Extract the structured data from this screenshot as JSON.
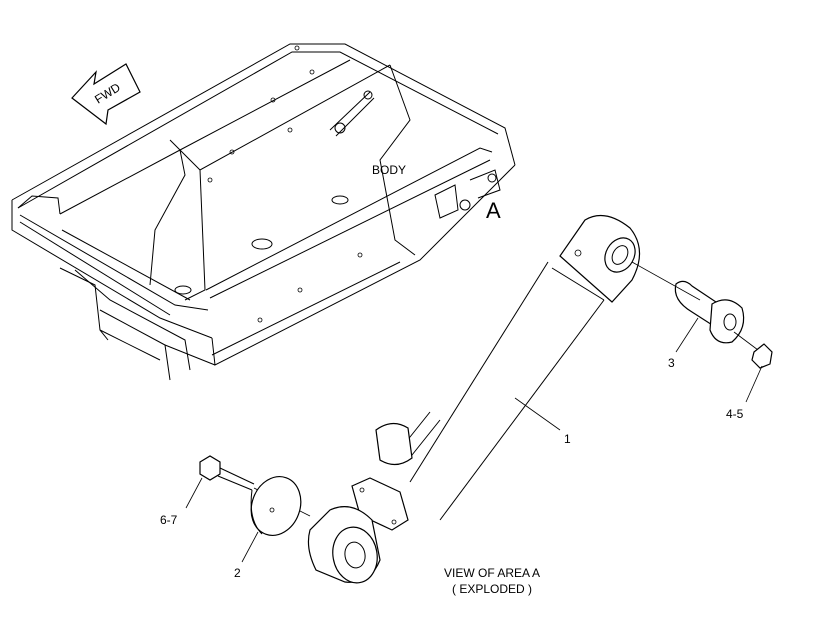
{
  "labels": {
    "fwd": "FWD",
    "body": "BODY",
    "area": "A",
    "callout_1": "1",
    "callout_2": "2",
    "callout_3": "3",
    "callout_4_5": "4-5",
    "callout_6_7": "6-7",
    "view_line1": "VIEW OF AREA  A",
    "view_line2": "( EXPLODED )"
  }
}
